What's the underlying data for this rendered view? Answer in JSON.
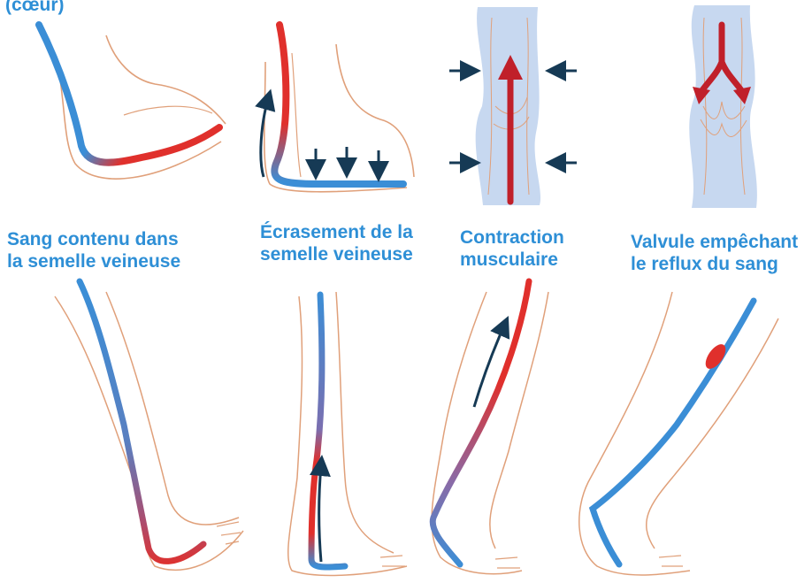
{
  "labels": {
    "top_cut": "(cœur)",
    "step1": {
      "line1": "Sang contenu dans",
      "line2": "la semelle veineuse"
    },
    "step2": {
      "line1": "Écrasement de la",
      "line2": "semelle veineuse"
    },
    "step3": {
      "line1": "Contraction",
      "line2": "musculaire"
    },
    "step4": {
      "line1": "Valvule empêchant",
      "line2": "le reflux du sang"
    }
  },
  "colors": {
    "label_blue": "#2e8fd6",
    "vein_blue": "#3b8ed6",
    "vein_red": "#e0302c",
    "skin_line": "#e0a07a",
    "tissue": "#c7d8f0",
    "arrow_dark": "#163a55",
    "valve_red": "#c0202a"
  }
}
